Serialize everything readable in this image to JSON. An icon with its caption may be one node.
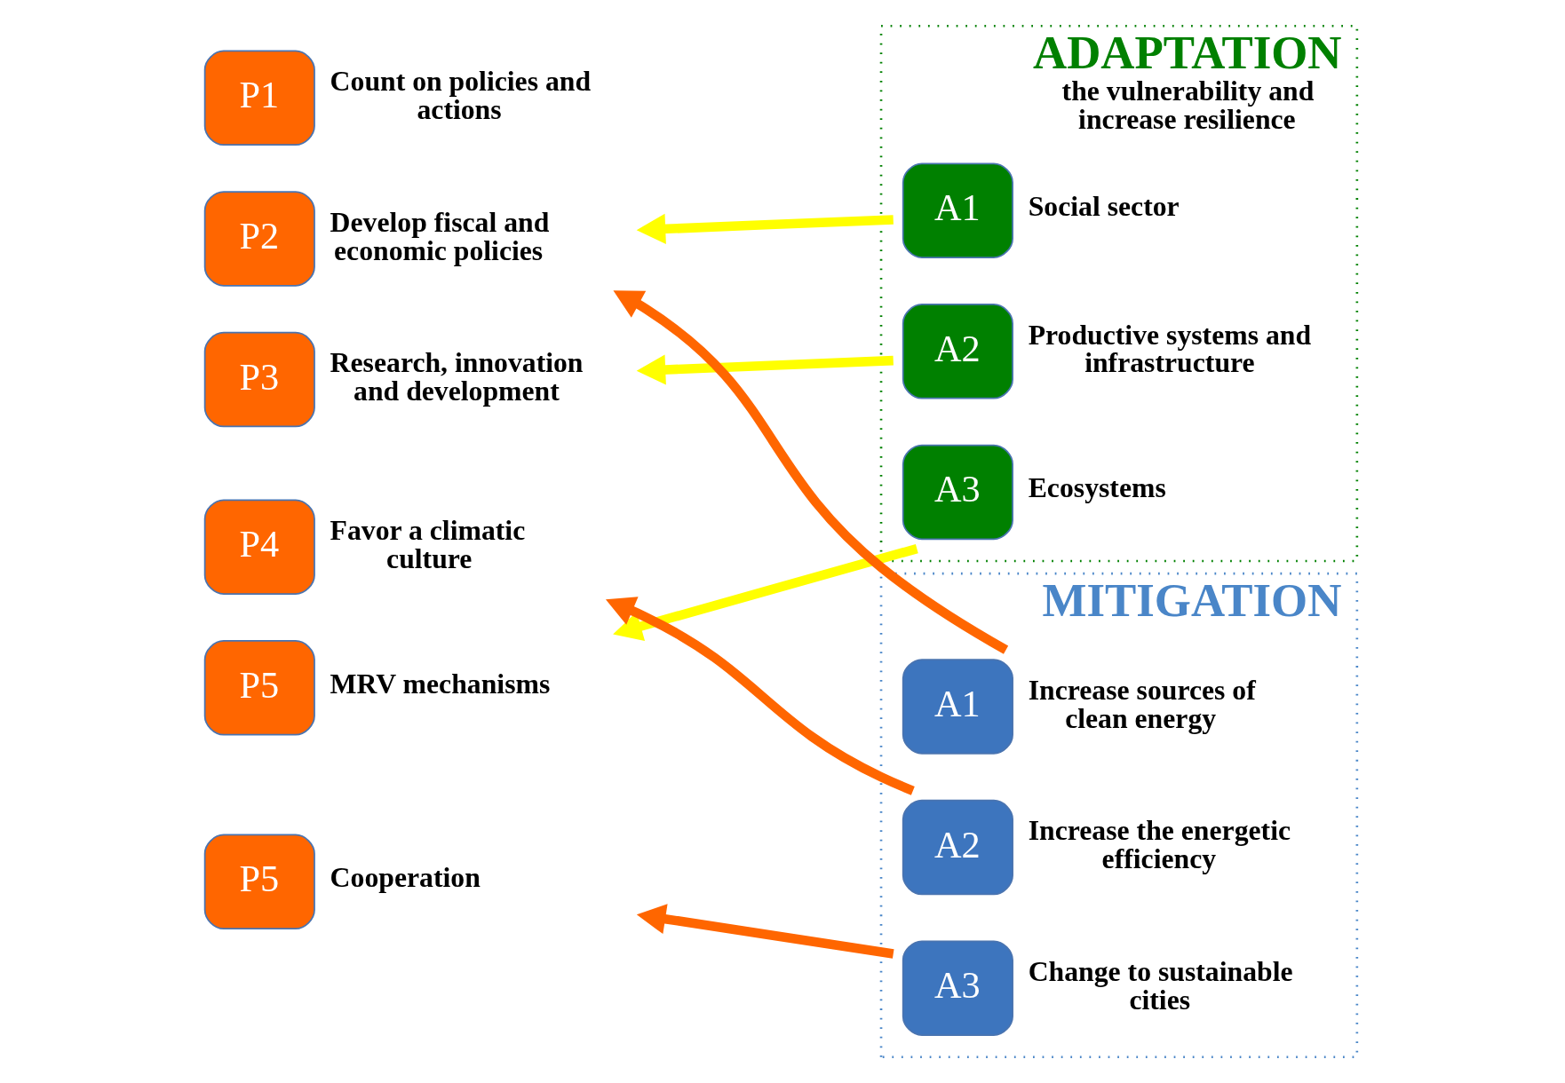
{
  "diagram": {
    "nodes": [
      {
        "text": [
          "P1"
        ],
        "beside": [
          "Count on policies and actions"
        ]
      },
      {
        "text": [
          "P2"
        ],
        "beside": [
          "Develop fiscal and economic policies"
        ]
      },
      {
        "text": [
          "P3"
        ],
        "beside": [
          "Research, innovation and development"
        ]
      },
      {
        "text": [
          "P4"
        ],
        "beside": [
          "Favor a climatic culture"
        ]
      },
      {
        "text": [
          "P5"
        ],
        "beside": [
          "MRV mechanisms"
        ]
      },
      {
        "text": [
          "P5"
        ],
        "beside": [
          "Cooperation"
        ]
      },
      {
        "text": [
          "ADAPTATION",
          "the vulnerability and increase resilience"
        ]
      },
      {
        "text": [
          "A1"
        ],
        "beside": [
          "Social sector"
        ],
        "in": 6
      },
      {
        "text": [
          "A2"
        ],
        "beside": [
          "Productive systems and infrastructure"
        ],
        "in": 6
      },
      {
        "text": [
          "A3"
        ],
        "beside": [
          "Ecosystems"
        ],
        "in": 6
      },
      {
        "text": [
          "MITIGATION"
        ]
      },
      {
        "text": [
          "A1"
        ],
        "beside": [
          "Increase sources of clean energy"
        ],
        "in": 10
      },
      {
        "text": [
          "A2"
        ],
        "beside": [
          "Increase the energetic efficiency"
        ],
        "in": 10
      },
      {
        "text": [
          "A3"
        ],
        "beside": [
          "Change to sustainable cities"
        ],
        "in": 10
      }
    ],
    "edges": [
      {
        "from": 7,
        "to": 1,
        "arrow": "to",
        "color": "#ffff00"
      },
      {
        "from": 11,
        "to": 1,
        "arrow": "to",
        "color": "#ff6600"
      },
      {
        "from": 8,
        "to": 2,
        "arrow": "to",
        "color": "#ffff00"
      },
      {
        "from": 9,
        "to": 4,
        "arrow": "to",
        "color": "#ffff00"
      },
      {
        "from": 12,
        "to": 3,
        "arrow": "to",
        "color": "#ff6600"
      },
      {
        "from": 13,
        "to": 5,
        "arrow": "to",
        "color": "#ff6600"
      }
    ]
  }
}
